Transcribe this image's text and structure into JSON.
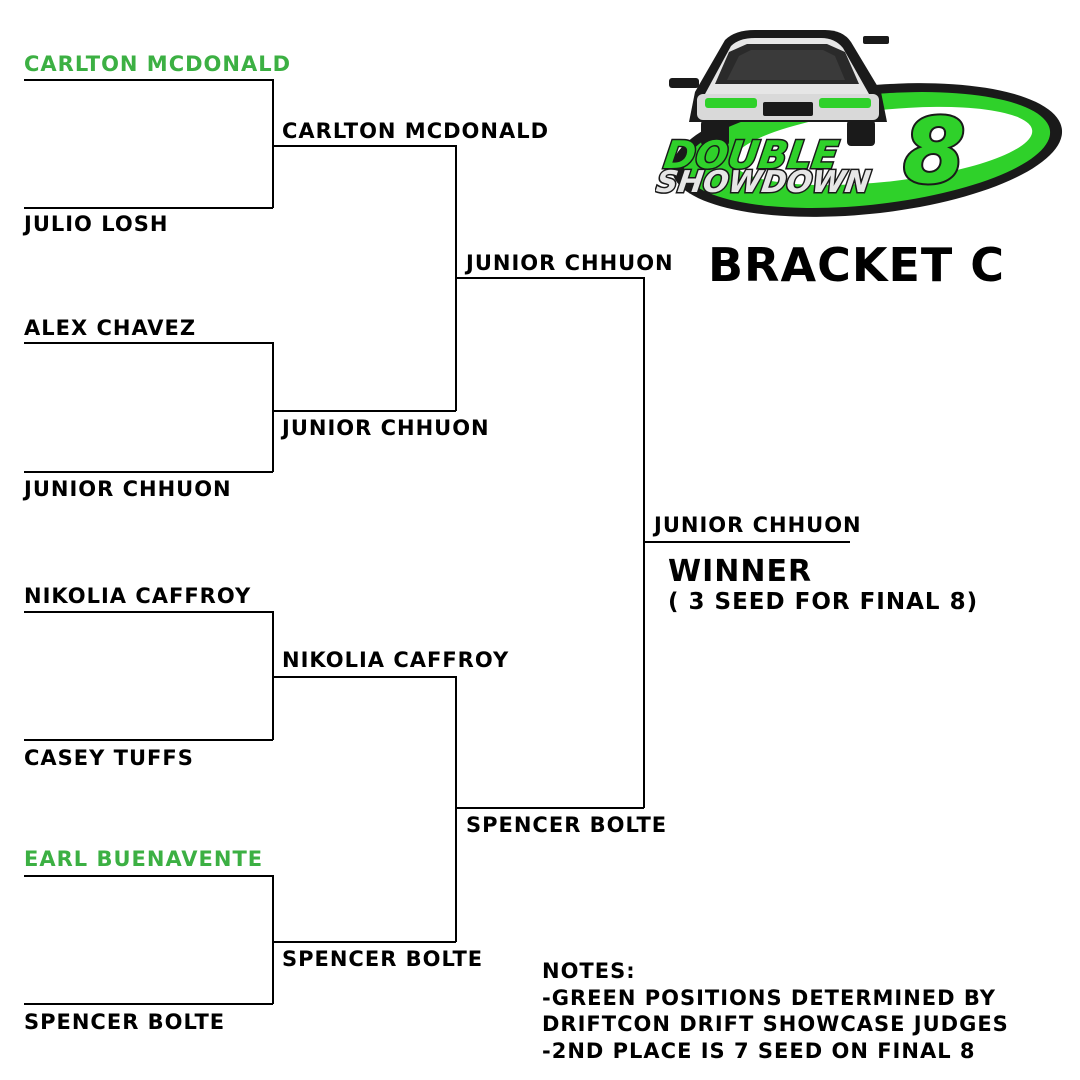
{
  "logo": {
    "line1": "DOUBLE",
    "line2": "SHOWDOWN",
    "number": "8",
    "colors": {
      "green": "#2fd12a",
      "dark": "#1a1a1a",
      "silver": "#d9d9d9"
    }
  },
  "bracket_title": "BRACKET C",
  "round1": [
    {
      "name": "CARLTON MCDONALD",
      "green": true
    },
    {
      "name": "JULIO LOSH",
      "green": false
    },
    {
      "name": "ALEX CHAVEZ",
      "green": false
    },
    {
      "name": "JUNIOR CHHUON",
      "green": false
    },
    {
      "name": "NIKOLIA CAFFROY",
      "green": false
    },
    {
      "name": "CASEY TUFFS",
      "green": false
    },
    {
      "name": "EARL BUENAVENTE",
      "green": true
    },
    {
      "name": "SPENCER BOLTE",
      "green": false
    }
  ],
  "round2": [
    "CARLTON MCDONALD",
    "JUNIOR CHHUON",
    "NIKOLIA CAFFROY",
    "SPENCER BOLTE"
  ],
  "round3": [
    "JUNIOR CHHUON",
    "SPENCER BOLTE"
  ],
  "final": "JUNIOR CHHUON",
  "winner": {
    "title": "WINNER",
    "subtitle": "( 3 SEED FOR FINAL 8)"
  },
  "notes": {
    "heading": "NOTES:",
    "lines": [
      "-GREEN POSITIONS DETERMINED BY",
      "DRIFTCON DRIFT SHOWCASE JUDGES",
      "-2ND PLACE IS 7 SEED ON FINAL 8"
    ]
  },
  "colors": {
    "green_name": "#3cb043",
    "line": "#000000"
  }
}
